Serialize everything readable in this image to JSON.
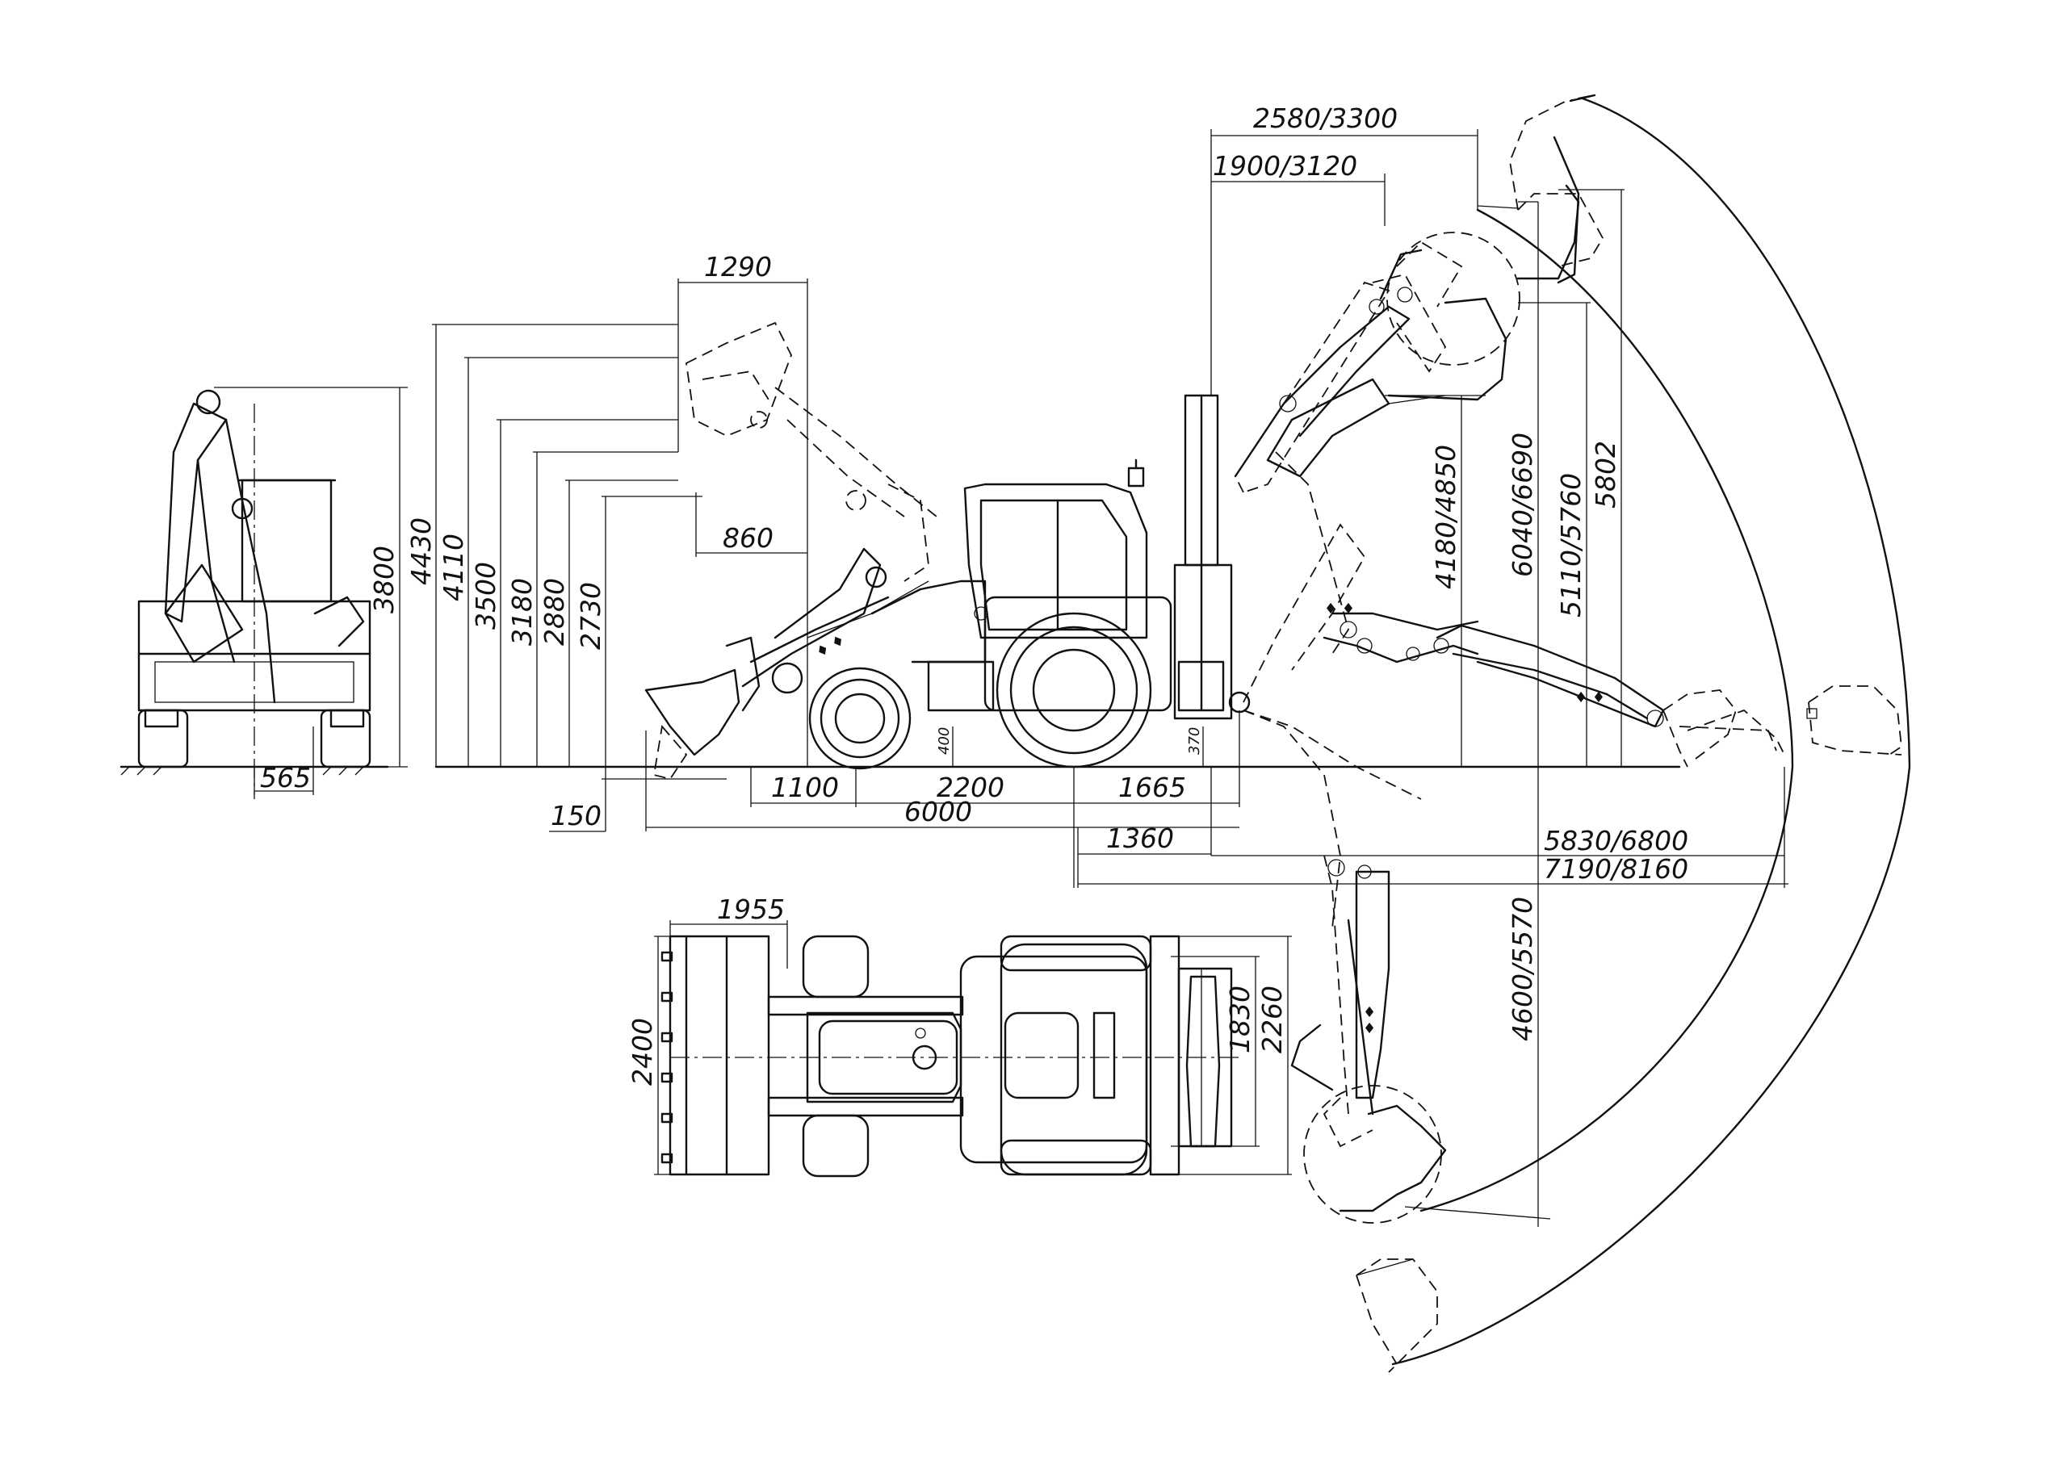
{
  "dimensions": {
    "rear_view": {
      "height": "3800",
      "track_offset": "565"
    },
    "side_view": {
      "loader_reach_top": "1290",
      "loader_reach_mid": "860",
      "h_4430": "4430",
      "h_4110": "4110",
      "h_3500": "3500",
      "h_3180": "3180",
      "h_2880": "2880",
      "h_2730": "2730",
      "dig_depth_loader": "150",
      "front_overhang": "1100",
      "wheelbase": "2200",
      "rear_overhang": "1665",
      "overall_length": "6000",
      "ground_clearance_front": "400",
      "ground_clearance_rear": "370"
    },
    "backhoe": {
      "reach_top_outer": "2580/3300",
      "reach_top_inner": "1900/3120",
      "load_height": "4180/4850",
      "max_height_1": "6040/6690",
      "max_height_2": "5110/5760",
      "max_height_3": "5802",
      "offset_1360": "1360",
      "reach_ground_1": "5830/6800",
      "reach_ground_2": "7190/8160",
      "dig_depth": "4600/5570"
    },
    "top_view": {
      "bucket_depth": "1955",
      "bucket_width": "2400",
      "rear_width_1": "1830",
      "rear_width_2": "2260"
    }
  },
  "colors": {
    "line": "#111111",
    "background": "#ffffff"
  }
}
